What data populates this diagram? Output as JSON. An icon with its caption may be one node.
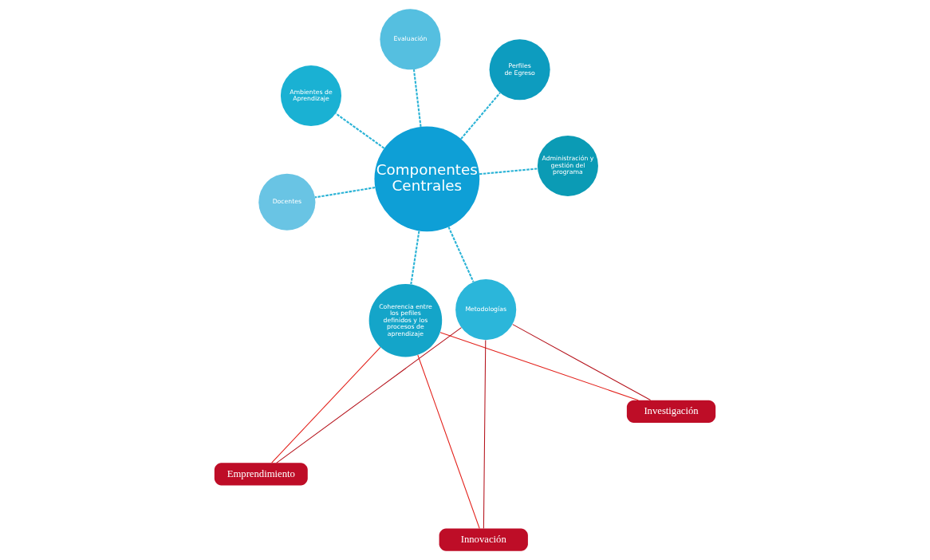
{
  "diagram": {
    "nodes": [
      {
        "text": [
          "Componentes Centrales"
        ]
      },
      {
        "text": [
          "Perfiles de Egreso"
        ]
      },
      {
        "text": [
          "Coherencia entre los pefiles definidos y los procesos de aprendizaje"
        ]
      },
      {
        "text": [
          "Ambientes de Aprendizaje"
        ]
      },
      {
        "text": [
          "Metodologías"
        ]
      },
      {
        "text": [
          "Evaluación"
        ]
      },
      {
        "text": [
          "Docentes"
        ]
      },
      {
        "text": [
          "Administración y gestión del programa"
        ]
      },
      {
        "text": [
          "Emprendimiento"
        ]
      },
      {
        "text": [
          "Investigación"
        ]
      },
      {
        "text": [
          "Innovación"
        ]
      }
    ],
    "edges": [
      {
        "from": 0,
        "to": 1,
        "arrow": "none",
        "style": "dashed"
      },
      {
        "from": 0,
        "to": 2,
        "arrow": "none",
        "style": "dashed"
      },
      {
        "from": 0,
        "to": 3,
        "arrow": "none",
        "style": "dashed"
      },
      {
        "from": 0,
        "to": 4,
        "arrow": "none",
        "style": "dashed"
      },
      {
        "from": 0,
        "to": 5,
        "arrow": "none",
        "style": "dashed"
      },
      {
        "from": 0,
        "to": 6,
        "arrow": "none",
        "style": "dashed"
      },
      {
        "from": 0,
        "to": 7,
        "arrow": "none",
        "style": "dashed"
      },
      {
        "from": 2,
        "to": 8,
        "arrow": "none",
        "color": "#e3211b"
      },
      {
        "from": 2,
        "to": 9,
        "arrow": "none",
        "color": "#e3211b"
      },
      {
        "from": 2,
        "to": 10,
        "arrow": "none",
        "color": "#e3211b"
      },
      {
        "from": 4,
        "to": 8,
        "arrow": "none",
        "color": "#b5121b"
      },
      {
        "from": 4,
        "to": 9,
        "arrow": "none",
        "color": "#b5121b"
      },
      {
        "from": 4,
        "to": 10,
        "arrow": "none",
        "color": "#b5121b"
      }
    ]
  }
}
